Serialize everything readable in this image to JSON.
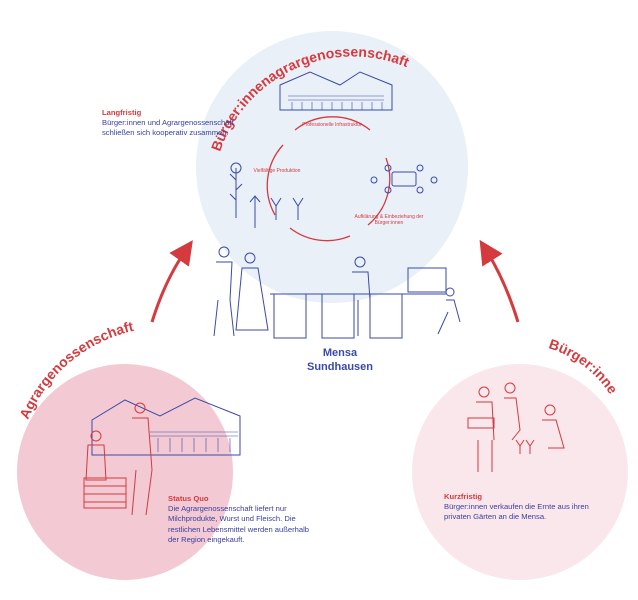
{
  "colors": {
    "red": "#d43a3e",
    "blue": "#3a4aa8",
    "top_circle": "#eaf0f8",
    "pink_circle": "#f3c9d4",
    "light_pink_circle": "#f9e7ec"
  },
  "titles": {
    "top": "Bürger:innenagrargenossenschaft",
    "left": "Agrargenossenschaft",
    "right": "Bürger:innen"
  },
  "center": {
    "line1": "Mensa",
    "line2": "Sundhausen"
  },
  "langfristig": {
    "heading": "Langfristig",
    "body": "Bürger:innen und Agrargenossenschaft schließen sich kooperativ zusammen."
  },
  "status_quo": {
    "heading": "Status Quo",
    "body": "Die Agrargenossenschaft liefert nur Milchprodukte, Wurst und Fleisch. Die restlichen Lebensmittel werden außerhalb der Region eingekauft."
  },
  "kurzfristig": {
    "heading": "Kurzfristig",
    "body": "Bürger:innen verkaufen die Ernte aus ihren privaten Gärten an die Mensa."
  },
  "cycle": {
    "professionelle": "Professionelle Infrastruktur",
    "vielfaeltige": "Vielfältige Produktion",
    "aufklaerung": "Aufklärung & Einbeziehung der Bürger:innen"
  },
  "icons": {
    "barn": "barn-icon",
    "plants": "plants-icon",
    "table": "meeting-table-icon",
    "arrow": "curved-arrow-icon"
  }
}
